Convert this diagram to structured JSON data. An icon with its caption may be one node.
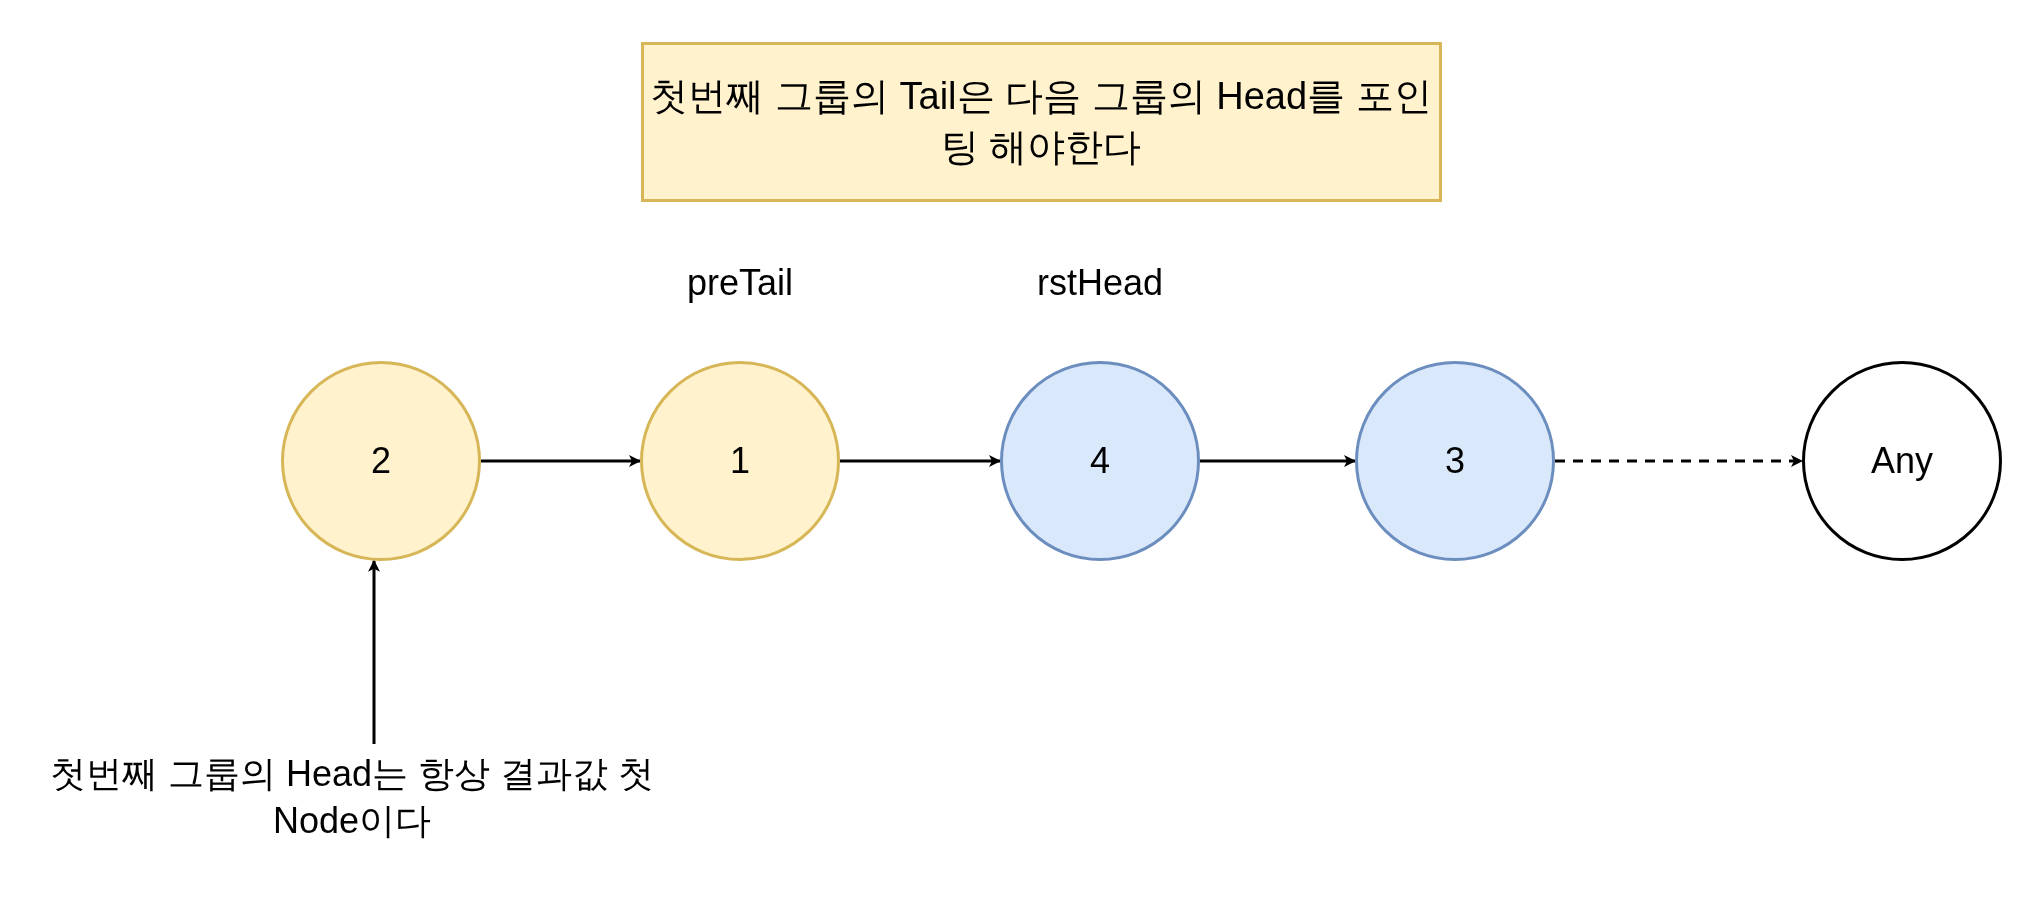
{
  "diagram": {
    "nodes": [
      {
        "text": [
          "첫번째 그룹의 Tail은 다음 그룹의 Head를 포인팅 해야한다"
        ]
      },
      {
        "text": [
          "2"
        ]
      },
      {
        "text": [
          "1"
        ],
        "beside": [
          "preTail"
        ]
      },
      {
        "text": [
          "4"
        ],
        "beside": [
          "rstHead"
        ]
      },
      {
        "text": [
          "3"
        ]
      },
      {
        "text": [
          "Any"
        ]
      },
      {
        "text": [
          "첫번째 그룹의 Head는 항상 결과값 첫 Node이다"
        ]
      }
    ],
    "edges": [
      {
        "from": 1,
        "to": 2,
        "arrow": "to"
      },
      {
        "from": 2,
        "to": 3,
        "arrow": "to"
      },
      {
        "from": 3,
        "to": 4,
        "arrow": "to"
      },
      {
        "from": 4,
        "to": 5,
        "arrow": "to",
        "style": "dashed"
      },
      {
        "from": 6,
        "to": 1,
        "arrow": "to"
      }
    ]
  }
}
